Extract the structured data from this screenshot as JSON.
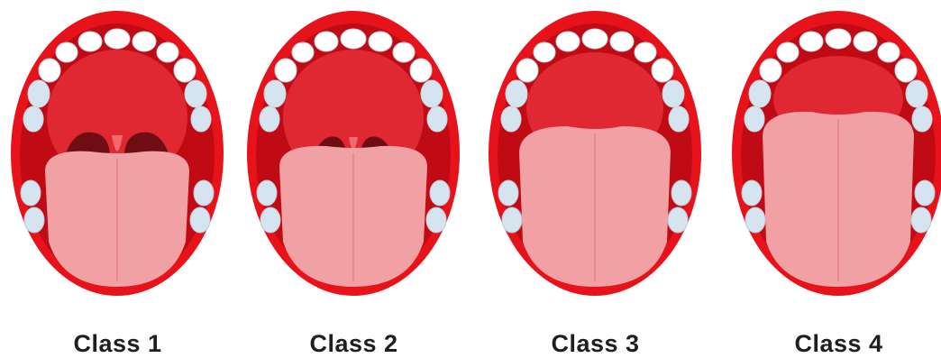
{
  "figure": {
    "panels": [
      {
        "label": "Class 1",
        "visibility": "soft palate, fauces, uvula and pillars visible"
      },
      {
        "label": "Class 2",
        "visibility": "soft palate, fauces and uvula visible"
      },
      {
        "label": "Class 3",
        "visibility": "soft palate and base of uvula visible"
      },
      {
        "label": "Class 4",
        "visibility": "only hard palate visible"
      }
    ]
  },
  "colors": {
    "lip": "#e8121b",
    "lip_dark": "#c10b14",
    "mouth_cavity": "#c8101c",
    "palate": "#e02833",
    "throat": "#6e0d12",
    "tooth": "#ffffff",
    "gum_tooth": "#d6e4ef",
    "tongue": "#f1a0a4",
    "tongue_shade": "#e98a90",
    "label_text": "#1f1f1f"
  }
}
